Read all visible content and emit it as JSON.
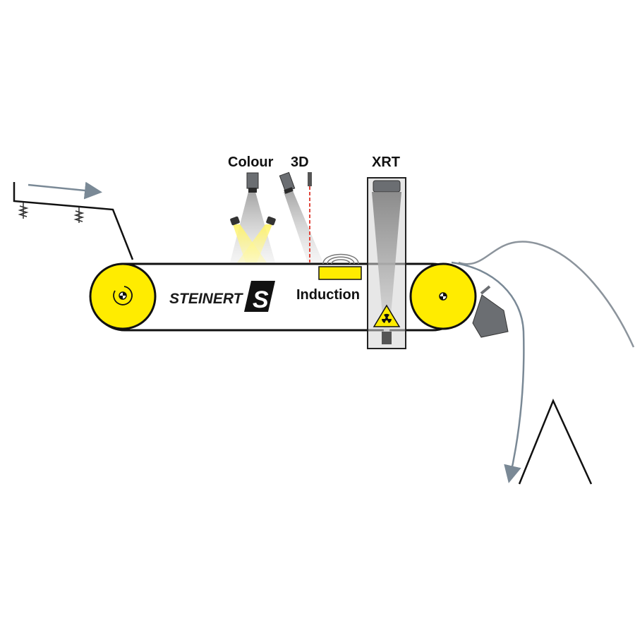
{
  "labels": {
    "colour": "Colour",
    "three_d": "3D",
    "xrt": "XRT",
    "induction": "Induction"
  },
  "brand": {
    "name": "STEINERT",
    "logo_letter": "S"
  },
  "colors": {
    "drum_yellow": "#ffec00",
    "sensor_grey": "#6b6e72",
    "light_yellow": "#fff36a",
    "laser_red": "#e0463c",
    "trajectory_grey": "#8c949c",
    "arrow_steel": "#7a8996"
  },
  "icons": [
    "radiation-icon",
    "spring-icon",
    "drum-center-icon",
    "arrow-icon"
  ]
}
